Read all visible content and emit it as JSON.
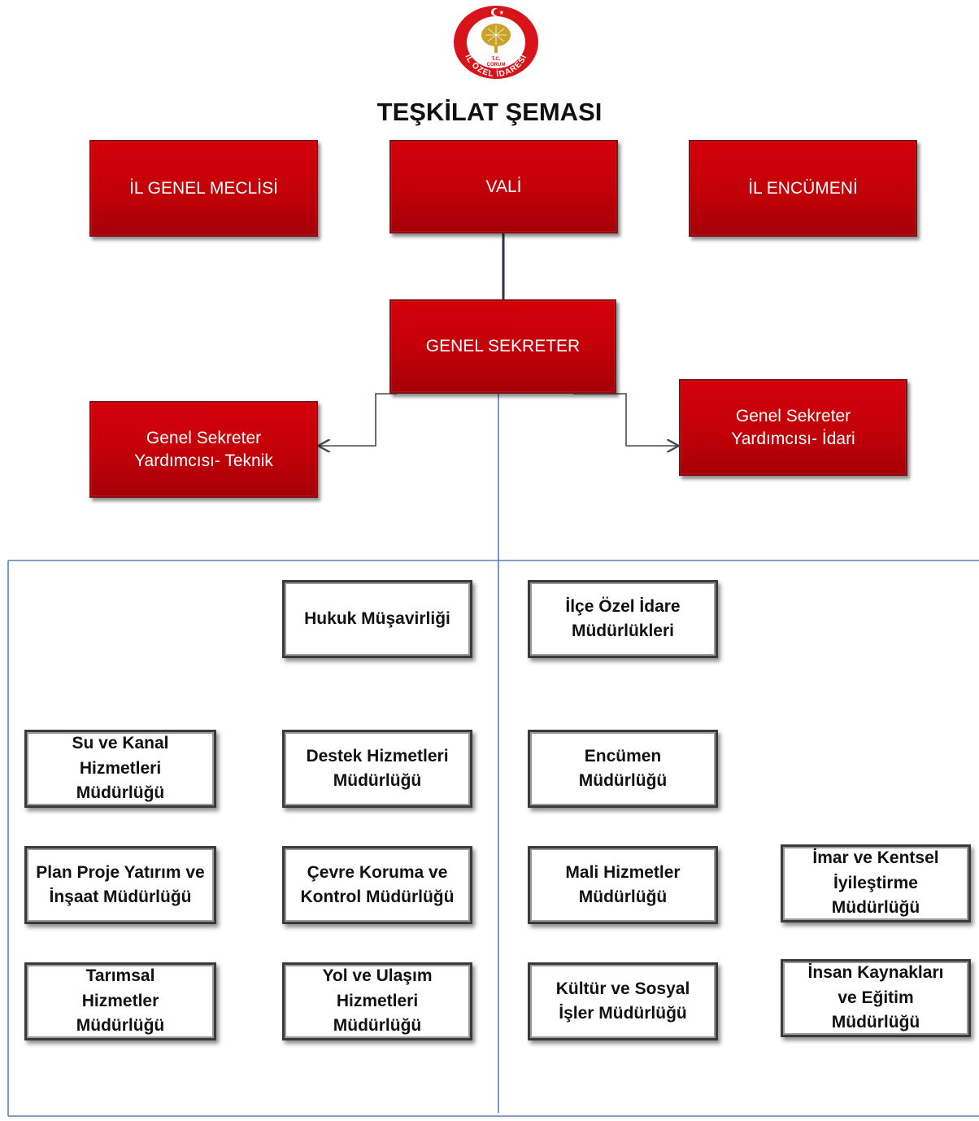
{
  "emblem": {
    "ring_text": "İL ÖZEL İDARESİ",
    "center_text": [
      "T.C.",
      "ÇORUM"
    ],
    "colors": {
      "red": "#d8141b",
      "gold": "#c9a227",
      "white": "#ffffff"
    }
  },
  "title": "TEŞKİLAT ŞEMASI",
  "top_boxes": {
    "meclis": "İL GENEL MECLİSİ",
    "vali": "VALİ",
    "encumen": "İL ENCÜMENİ"
  },
  "secretary": "GENEL SEKRETER",
  "deputies": {
    "teknik": "Genel Sekreter Yardımcısı- Teknik",
    "idari": "Genel Sekreter Yardımcısı- İdari"
  },
  "units": [
    {
      "id": "hukuk",
      "label": "Hukuk Müşavirliği"
    },
    {
      "id": "ilce",
      "label": "İlçe Özel İdare Müdürlükleri"
    },
    {
      "id": "su",
      "label": "Su ve Kanal Hizmetleri Müdürlüğü"
    },
    {
      "id": "destek",
      "label": "Destek Hizmetleri Müdürlüğü"
    },
    {
      "id": "encumen-md",
      "label": "Encümen Müdürlüğü"
    },
    {
      "id": "plan",
      "label": "Plan Proje Yatırım ve İnşaat Müdürlüğü"
    },
    {
      "id": "cevre",
      "label": "Çevre Koruma ve Kontrol Müdürlüğü"
    },
    {
      "id": "mali",
      "label": "Mali Hizmetler Müdürlüğü"
    },
    {
      "id": "imar",
      "label": "İmar ve Kentsel İyileştirme Müdürlüğü"
    },
    {
      "id": "tarim",
      "label": "Tarımsal Hizmetler Müdürlüğü"
    },
    {
      "id": "yol",
      "label": "Yol ve Ulaşım Hizmetleri Müdürlüğü"
    },
    {
      "id": "kultur",
      "label": "Kültür ve Sosyal İşler Müdürlüğü"
    },
    {
      "id": "insan",
      "label": "İnsan Kaynakları ve Eğitim Müdürlüğü"
    }
  ],
  "colors": {
    "box_red": "#c8000a",
    "line_blue": "#5b7fb5",
    "line_gray": "#444a55"
  }
}
